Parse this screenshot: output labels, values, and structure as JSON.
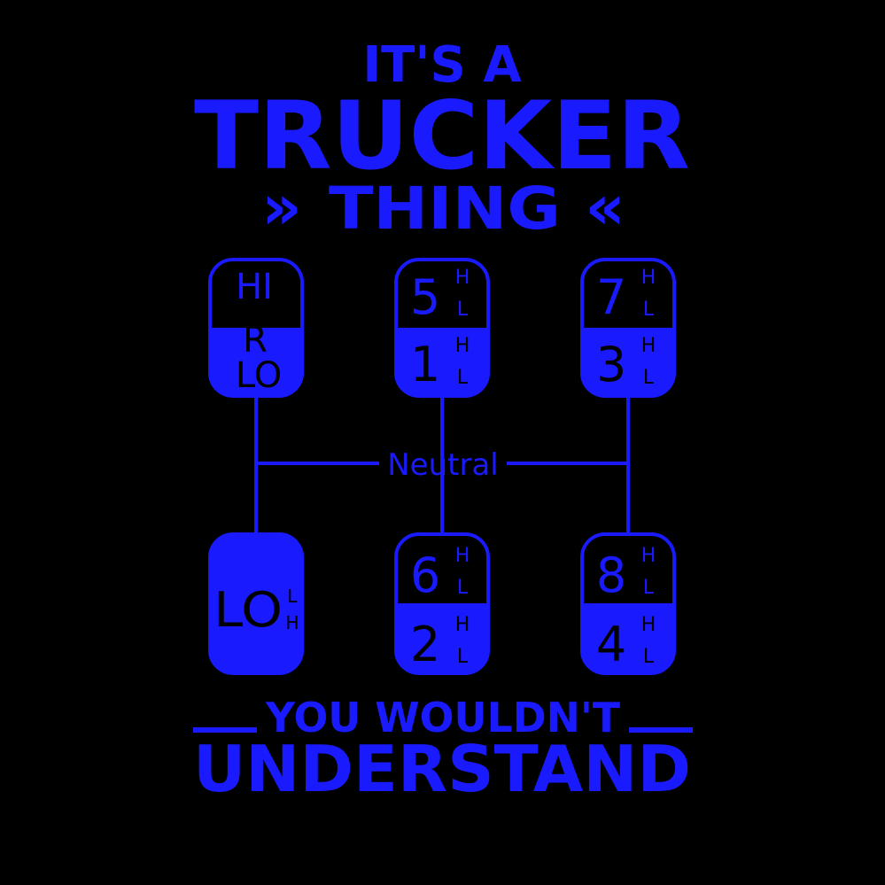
{
  "colors": {
    "background": "#000000",
    "accent": "#1a1aff"
  },
  "headline": {
    "line1": "IT'S A",
    "line2": "TRUCKER",
    "line3": "THING",
    "left_chevrons": "»",
    "right_chevrons": "«"
  },
  "footer": {
    "line1": "YOU WOULDN'T",
    "line2": "UNDERSTAND"
  },
  "shifter": {
    "neutral_label": "Neutral",
    "knobs": {
      "hi_r_lo": {
        "top": "HI",
        "middle": "R",
        "bottom": "LO"
      },
      "five_one": {
        "top_gear": "5",
        "top_h": "H",
        "top_l": "L",
        "bottom_gear": "1",
        "bottom_h": "H",
        "bottom_l": "L"
      },
      "seven_three": {
        "top_gear": "7",
        "top_h": "H",
        "top_l": "L",
        "bottom_gear": "3",
        "bottom_h": "H",
        "bottom_l": "L"
      },
      "lo": {
        "label": "LO",
        "sup": "L",
        "sub": "H"
      },
      "six_two": {
        "top_gear": "6",
        "top_h": "H",
        "top_l": "L",
        "bottom_gear": "2",
        "bottom_h": "H",
        "bottom_l": "L"
      },
      "eight_four": {
        "top_gear": "8",
        "top_h": "H",
        "top_l": "L",
        "bottom_gear": "4",
        "bottom_h": "H",
        "bottom_l": "L"
      }
    }
  }
}
